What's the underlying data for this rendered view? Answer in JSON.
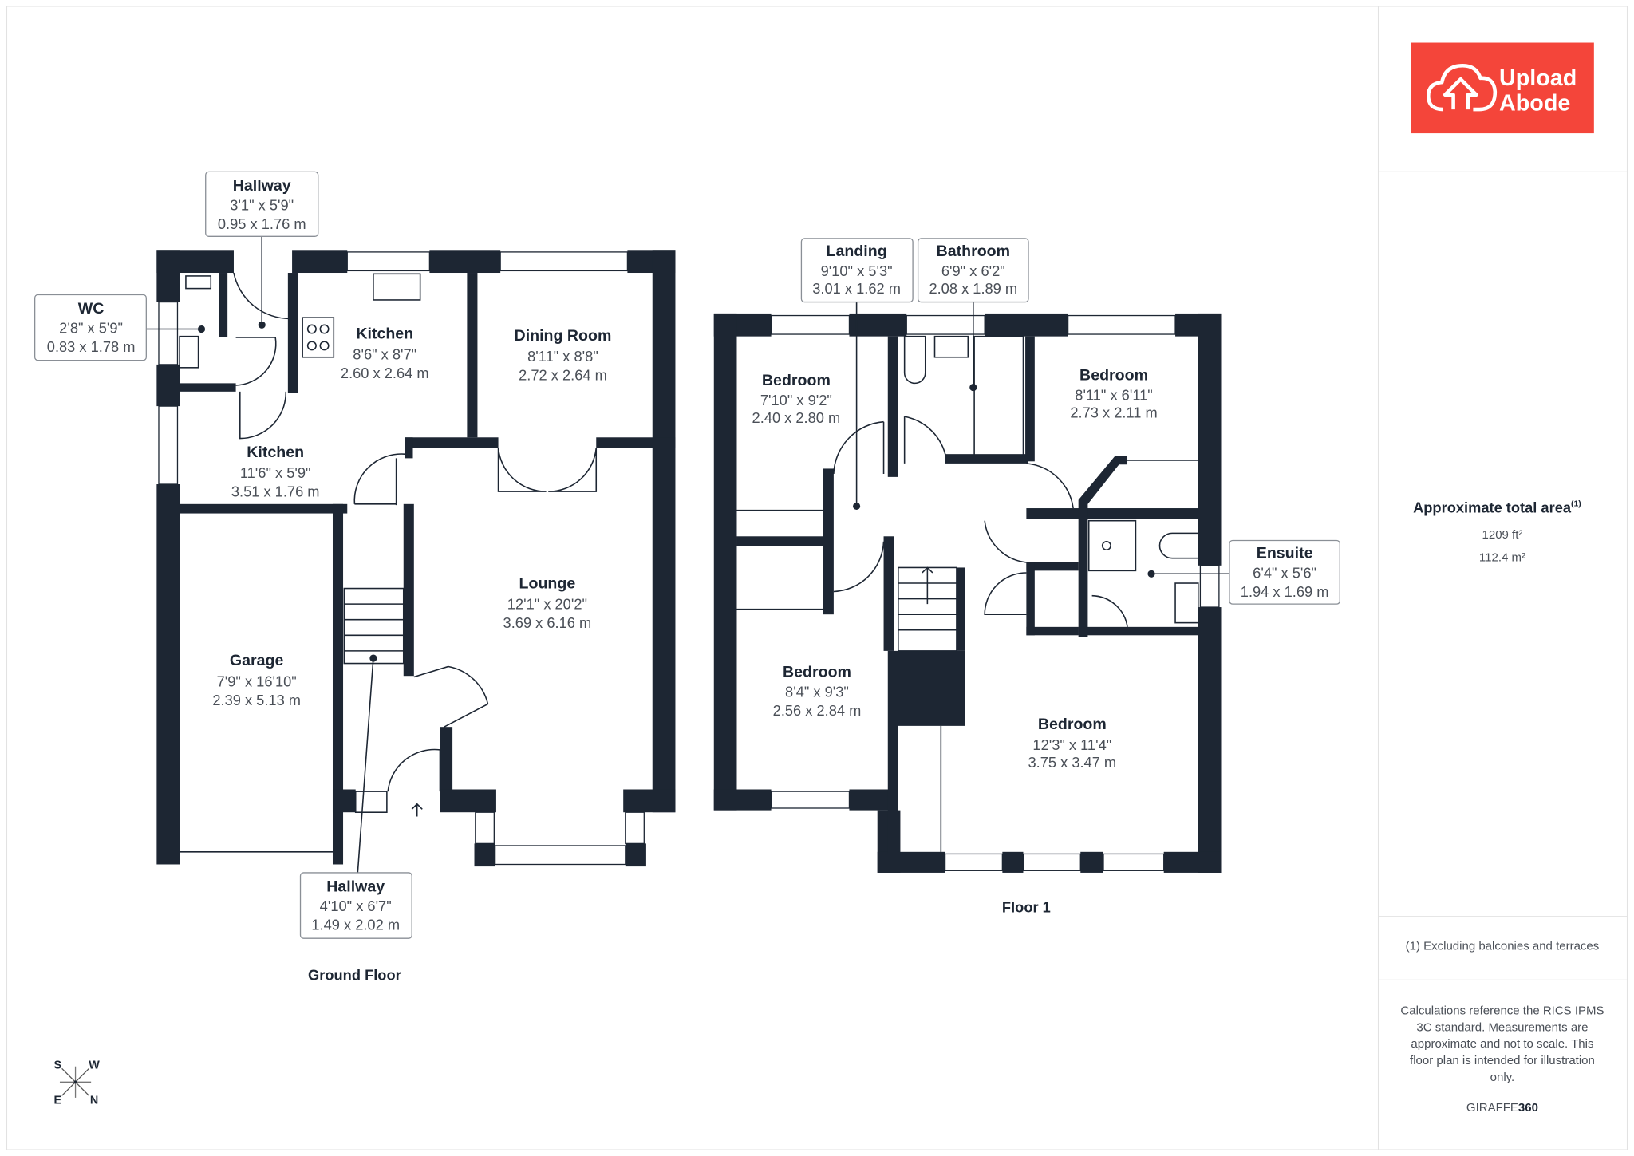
{
  "brand": {
    "line1": "Upload",
    "line2": "Abode",
    "color": "#f4453a"
  },
  "area": {
    "title": "Approximate total area",
    "footnote_mark": "(1)",
    "sqft": "1209 ft²",
    "sqm": "112.4 m²"
  },
  "footnote": "(1) Excluding balconies and terraces",
  "disclaimer": [
    "Calculations reference the RICS IPMS",
    "3C standard. Measurements are",
    "approximate and not to scale. This",
    "floor plan is intended for illustration",
    "only."
  ],
  "credit": {
    "a": "GIRAFFE",
    "b": "360"
  },
  "compass": {
    "s": "S",
    "w": "W",
    "e": "E",
    "n": "N"
  },
  "ground": {
    "label": "Ground Floor",
    "rooms": {
      "hallway_top": {
        "name": "Hallway",
        "imp": "3'1\" x 5'9\"",
        "met": "0.95 x 1.76 m"
      },
      "wc": {
        "name": "WC",
        "imp": "2'8\" x 5'9\"",
        "met": "0.83 x 1.78 m"
      },
      "kitchen1": {
        "name": "Kitchen",
        "imp": "8'6\" x 8'7\"",
        "met": "2.60 x 2.64 m"
      },
      "dining": {
        "name": "Dining Room",
        "imp": "8'11\" x 8'8\"",
        "met": "2.72 x 2.64 m"
      },
      "kitchen2": {
        "name": "Kitchen",
        "imp": "11'6\" x 5'9\"",
        "met": "3.51 x 1.76 m"
      },
      "lounge": {
        "name": "Lounge",
        "imp": "12'1\" x 20'2\"",
        "met": "3.69 x 6.16 m"
      },
      "garage": {
        "name": "Garage",
        "imp": "7'9\" x 16'10\"",
        "met": "2.39 x 5.13 m"
      },
      "hallway_bottom": {
        "name": "Hallway",
        "imp": "4'10\" x 6'7\"",
        "met": "1.49 x 2.02 m"
      }
    }
  },
  "first": {
    "label": "Floor 1",
    "rooms": {
      "landing": {
        "name": "Landing",
        "imp": "9'10\" x 5'3\"",
        "met": "3.01 x 1.62 m"
      },
      "bathroom": {
        "name": "Bathroom",
        "imp": "6'9\" x 6'2\"",
        "met": "2.08 x 1.89 m"
      },
      "bed1": {
        "name": "Bedroom",
        "imp": "7'10\" x 9'2\"",
        "met": "2.40 x 2.80 m"
      },
      "bed2": {
        "name": "Bedroom",
        "imp": "8'11\" x 6'11\"",
        "met": "2.73 x 2.11 m"
      },
      "ensuite": {
        "name": "Ensuite",
        "imp": "6'4\" x 5'6\"",
        "met": "1.94 x 1.69 m"
      },
      "bed3": {
        "name": "Bedroom",
        "imp": "8'4\" x 9'3\"",
        "met": "2.56 x 2.84 m"
      },
      "bed4": {
        "name": "Bedroom",
        "imp": "12'3\" x 11'4\"",
        "met": "3.75 x 3.47 m"
      }
    }
  }
}
